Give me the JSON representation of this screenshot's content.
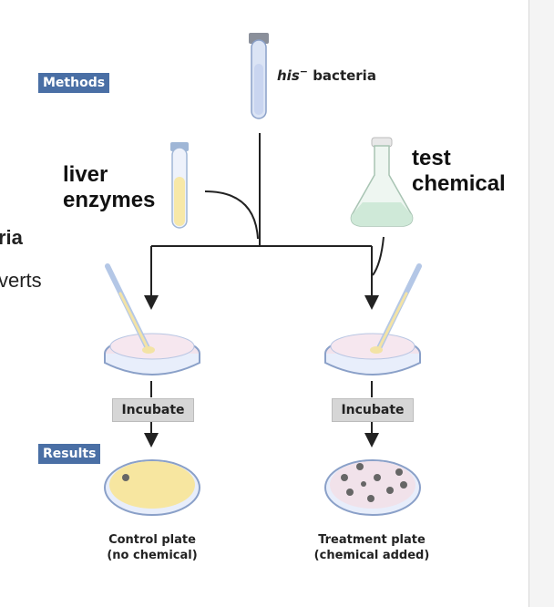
{
  "tags": {
    "methods": "Methods",
    "results": "Results"
  },
  "bacteria": {
    "name": "his",
    "superscript": "−",
    "suffix": " bacteria"
  },
  "liver": {
    "line1": "liver",
    "line2": "enzymes"
  },
  "chemical": {
    "line1": "test",
    "line2": "chemical"
  },
  "cut_text": {
    "line1": "ria",
    "line2": "verts"
  },
  "incubate": {
    "left": "Incubate",
    "right": "Incubate"
  },
  "captions": {
    "control_line1": "Control plate",
    "control_line2": "(no chemical)",
    "treatment_line1": "Treatment plate",
    "treatment_line2": "(chemical added)"
  },
  "colors": {
    "tag_blue": "#4a6fa5",
    "liver_yellow": "#f7e8a8",
    "flask_green": "#d7efdf",
    "plate_pink": "#f2e3ec",
    "tube_blue": "#dbe4f5"
  }
}
